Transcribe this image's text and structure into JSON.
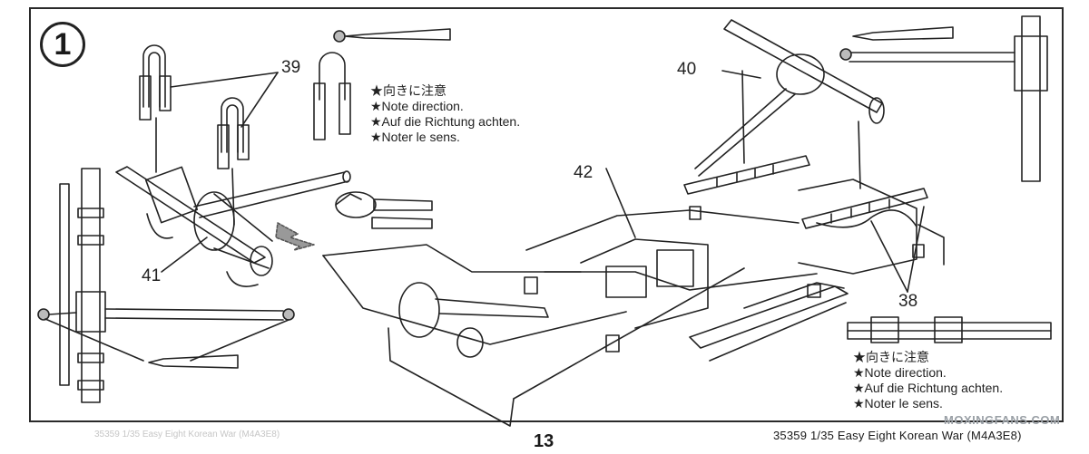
{
  "page": {
    "step_number": "1",
    "page_number": "13",
    "footer_title": "35359 1/35 Easy Eight Korean War (M4A3E8)",
    "watermark": "MOXINGFANS.COM",
    "ghost_text": "35359 1/35 Easy Eight Korean War (M4A3E8)"
  },
  "labels": {
    "part_39": "39",
    "part_40": "40",
    "part_41": "41",
    "part_42": "42",
    "part_38": "38"
  },
  "notes": {
    "top": {
      "jp": "★向きに注意",
      "en": "★Note direction.",
      "de": "★Auf die Richtung achten.",
      "fr": "★Noter le sens."
    },
    "bottom": {
      "jp": "★向きに注意",
      "en": "★Note direction.",
      "de": "★Auf die Richtung achten.",
      "fr": "★Noter le sens."
    }
  },
  "icons": [
    "cement-tube-icon",
    "direction-arrow-icon"
  ],
  "colors": {
    "ink": "#222222",
    "paper": "#ffffff",
    "watermark": "#9aa0a6"
  }
}
